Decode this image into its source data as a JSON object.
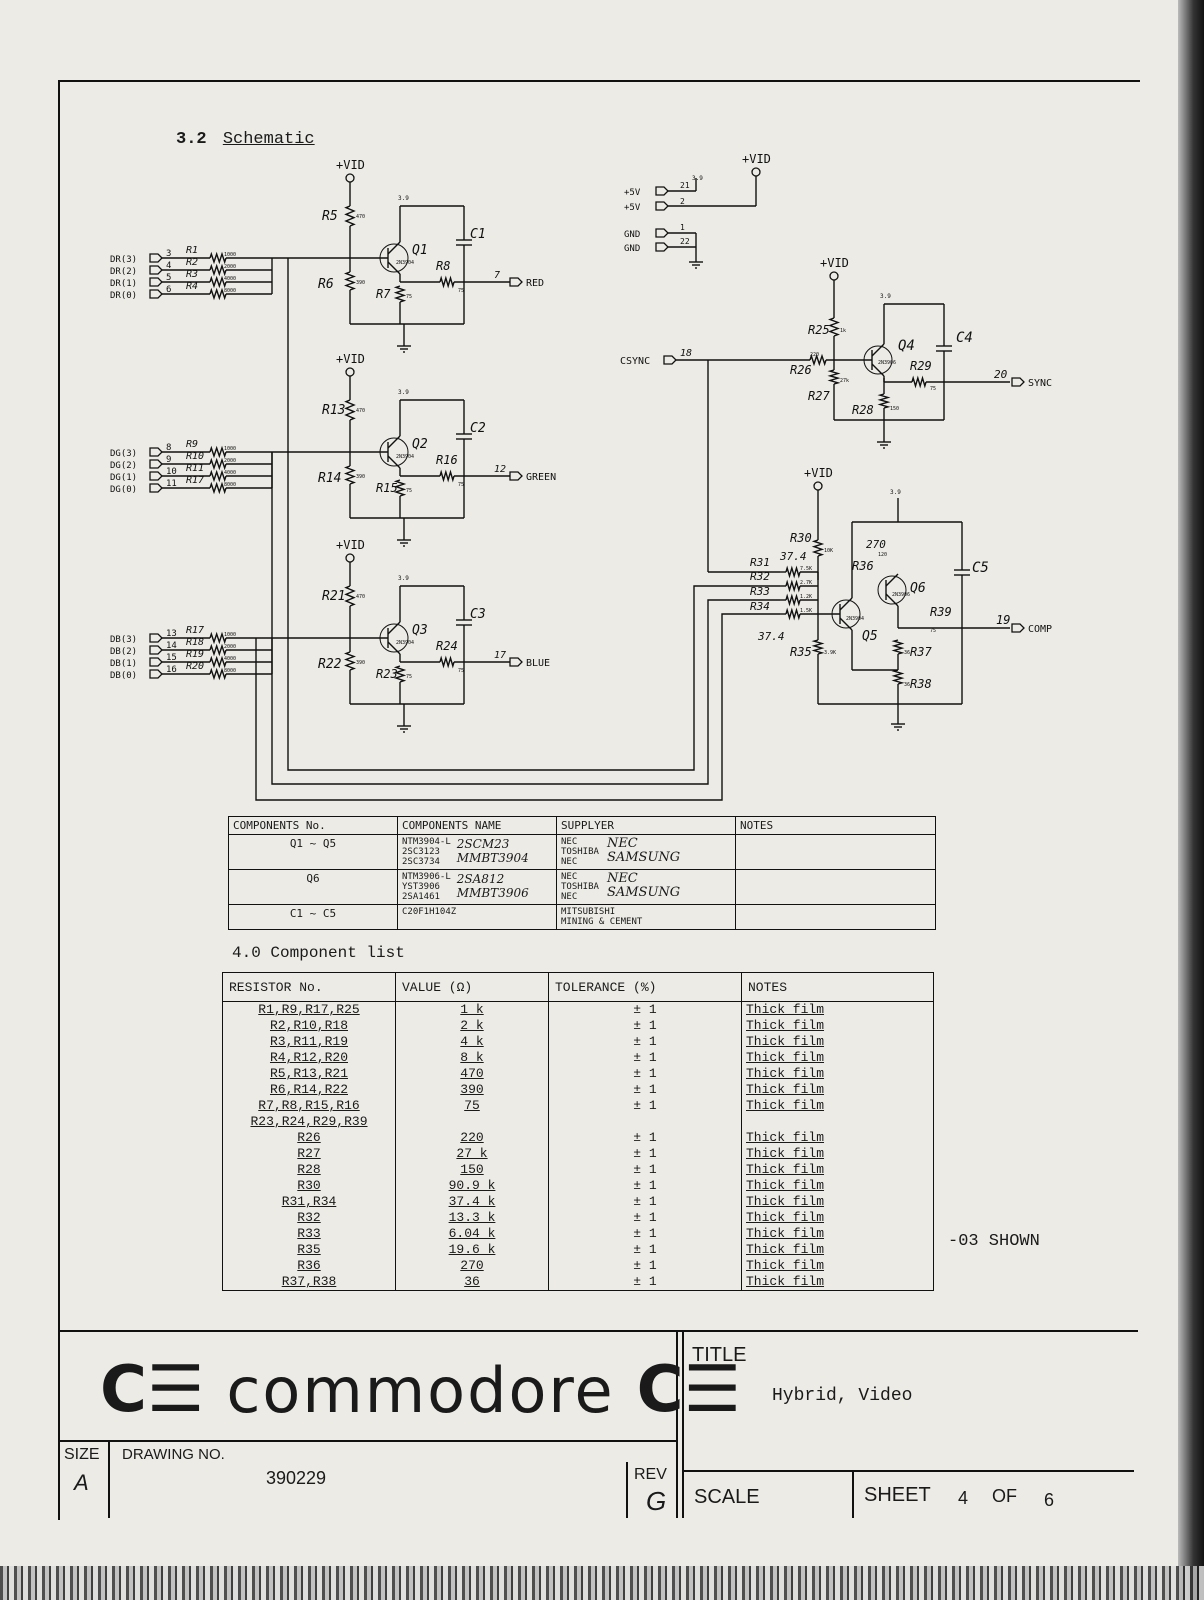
{
  "section": {
    "number": "3.2",
    "title": "Schematic"
  },
  "nets": {
    "vid": "+VID",
    "v5": "+5V",
    "gnd": "GND"
  },
  "transistor_part": {
    "npn": "2N3904",
    "pnp": "2N3906"
  },
  "red_channel": {
    "inputs": [
      "DR(3)",
      "DR(2)",
      "DR(1)",
      "DR(0)"
    ],
    "pins": [
      "3",
      "4",
      "5",
      "6"
    ],
    "input_resistors": [
      "R1",
      "R2",
      "R3",
      "R4"
    ],
    "input_values": [
      "1000",
      "2000",
      "4000",
      "8000"
    ],
    "transistor": "Q1",
    "cap": "C1",
    "r_top": "R5",
    "r_bot": "R6",
    "r_emit": "R7",
    "r_out": "R8",
    "out_pin": "7",
    "output": "RED"
  },
  "green_channel": {
    "inputs": [
      "DG(3)",
      "DG(2)",
      "DG(1)",
      "DG(0)"
    ],
    "pins": [
      "8",
      "9",
      "10",
      "11"
    ],
    "input_resistors": [
      "R9",
      "R10",
      "R11",
      "R17"
    ],
    "input_values": [
      "1000",
      "2000",
      "4000",
      "8000"
    ],
    "transistor": "Q2",
    "cap": "C2",
    "r_top": "R13",
    "r_bot": "R14",
    "r_emit": "R15",
    "r_out": "R16",
    "out_pin": "12",
    "output": "GREEN"
  },
  "blue_channel": {
    "inputs": [
      "DB(3)",
      "DB(2)",
      "DB(1)",
      "DB(0)"
    ],
    "pins": [
      "13",
      "14",
      "15",
      "16"
    ],
    "input_resistors": [
      "R17",
      "R18",
      "R19",
      "R20"
    ],
    "input_values": [
      "1000",
      "2000",
      "4000",
      "8000"
    ],
    "transistor": "Q3",
    "cap": "C3",
    "r_top": "R21",
    "r_bot": "R22",
    "r_emit": "R23",
    "r_out": "R24",
    "out_pin": "17",
    "output": "BLUE"
  },
  "value_tags": {
    "r_top": "470",
    "r_bot": "390",
    "r_emit": "75",
    "r_out": "75"
  },
  "power_pins": {
    "v5_pins": [
      "21",
      "2"
    ],
    "gnd_pins": [
      "1",
      "22"
    ],
    "pin_label": "3.9"
  },
  "sync": {
    "input": "CSYNC",
    "in_pin": "18",
    "transistor": "Q4",
    "cap": "C4",
    "resistors": [
      "R25",
      "R26",
      "R27",
      "R28",
      "R29"
    ],
    "values": [
      "1k",
      "220",
      "27k",
      "150",
      "75"
    ],
    "out_pin": "20",
    "output": "SYNC"
  },
  "comp": {
    "transistors": [
      "Q5",
      "Q6"
    ],
    "cap": "C5",
    "resistors": [
      "R30",
      "R31",
      "R32",
      "R33",
      "R34",
      "R35",
      "R36",
      "R37",
      "R38",
      "R39"
    ],
    "values": [
      "10K",
      "7.5K",
      "2.7K",
      "1.2K",
      "1.5K",
      "3.9K",
      "120",
      "36",
      "36",
      "75"
    ],
    "hand_notes": [
      "37.4",
      "37.4",
      "270"
    ],
    "out_pin": "19",
    "output": "COMP"
  },
  "components_table": {
    "headers": [
      "COMPONENTS No.",
      "COMPONENTS NAME",
      "SUPPLYER",
      "NOTES"
    ],
    "rows": [
      {
        "no": "Q1 ~ Q5",
        "name": [
          "NTM3904-L",
          "2SC3123",
          "2SC3734"
        ],
        "hand_name": [
          "2SCM23",
          "MMBT3904"
        ],
        "supplier": [
          "NEC",
          "TOSHIBA",
          "NEC"
        ],
        "hand_supplier": [
          "NEC",
          "SAMSUNG"
        ]
      },
      {
        "no": "Q6",
        "name": [
          "NTM3906-L",
          "YST3906",
          "2SA1461"
        ],
        "hand_name": [
          "2SA812",
          "MMBT3906"
        ],
        "supplier": [
          "NEC",
          "TOSHIBA",
          "NEC"
        ],
        "hand_supplier": [
          "NEC",
          "SAMSUNG"
        ]
      },
      {
        "no": "C1 ~ C5",
        "name": [
          "C20F1H104Z"
        ],
        "hand_name": [],
        "supplier": [
          "MITSUBISHI",
          "MINING & CEMENT"
        ],
        "hand_supplier": []
      }
    ]
  },
  "component_list": {
    "title": "4.0 Component list",
    "headers": [
      "RESISTOR No.",
      "VALUE (Ω)",
      "TOLERANCE (%)",
      "NOTES"
    ],
    "rows": [
      {
        "no": "R1,R9,R17,R25",
        "value": "1 k",
        "tol": "± 1",
        "note": "Thick film"
      },
      {
        "no": "R2,R10,R18",
        "value": "2 k",
        "tol": "± 1",
        "note": "Thick film"
      },
      {
        "no": "R3,R11,R19",
        "value": "4 k",
        "tol": "± 1",
        "note": "Thick film"
      },
      {
        "no": "R4,R12,R20",
        "value": "8 k",
        "tol": "± 1",
        "note": "Thick film"
      },
      {
        "no": "R5,R13,R21",
        "value": "470",
        "tol": "± 1",
        "note": "Thick film"
      },
      {
        "no": "R6,R14,R22",
        "value": "390",
        "tol": "± 1",
        "note": "Thick film"
      },
      {
        "no": "R7,R8,R15,R16",
        "value": "75",
        "tol": "± 1",
        "note": "Thick film"
      },
      {
        "no": "R23,R24,R29,R39",
        "value": "",
        "tol": "",
        "note": ""
      },
      {
        "no": "R26",
        "value": "220",
        "tol": "± 1",
        "note": "Thick film"
      },
      {
        "no": "R27",
        "value": "27 k",
        "tol": "± 1",
        "note": "Thick film"
      },
      {
        "no": "R28",
        "value": "150",
        "tol": "± 1",
        "note": "Thick film"
      },
      {
        "no": "R30",
        "value": "90.9 k",
        "tol": "± 1",
        "note": "Thick film"
      },
      {
        "no": "R31,R34",
        "value": "37.4 k",
        "tol": "± 1",
        "note": "Thick film"
      },
      {
        "no": "R32",
        "value": "13.3 k",
        "tol": "± 1",
        "note": "Thick film"
      },
      {
        "no": "R33",
        "value": "6.04 k",
        "tol": "± 1",
        "note": "Thick film"
      },
      {
        "no": "R35",
        "value": "19.6 k",
        "tol": "± 1",
        "note": "Thick film"
      },
      {
        "no": "R36",
        "value": "270",
        "tol": "± 1",
        "note": "Thick film"
      },
      {
        "no": "R37,R38",
        "value": "36",
        "tol": "± 1",
        "note": "Thick film"
      }
    ]
  },
  "shown_note": "-03 SHOWN",
  "title_block": {
    "company": "commodore",
    "title_label": "TITLE",
    "title": "Hybrid, Video",
    "size_label": "SIZE",
    "size": "A",
    "drawing_no_label": "DRAWING NO.",
    "drawing_no": "390229",
    "rev_label": "REV",
    "rev": "G",
    "scale_label": "SCALE",
    "sheet_label": "SHEET",
    "sheet": "4",
    "of_label": "OF",
    "sheets": "6"
  }
}
